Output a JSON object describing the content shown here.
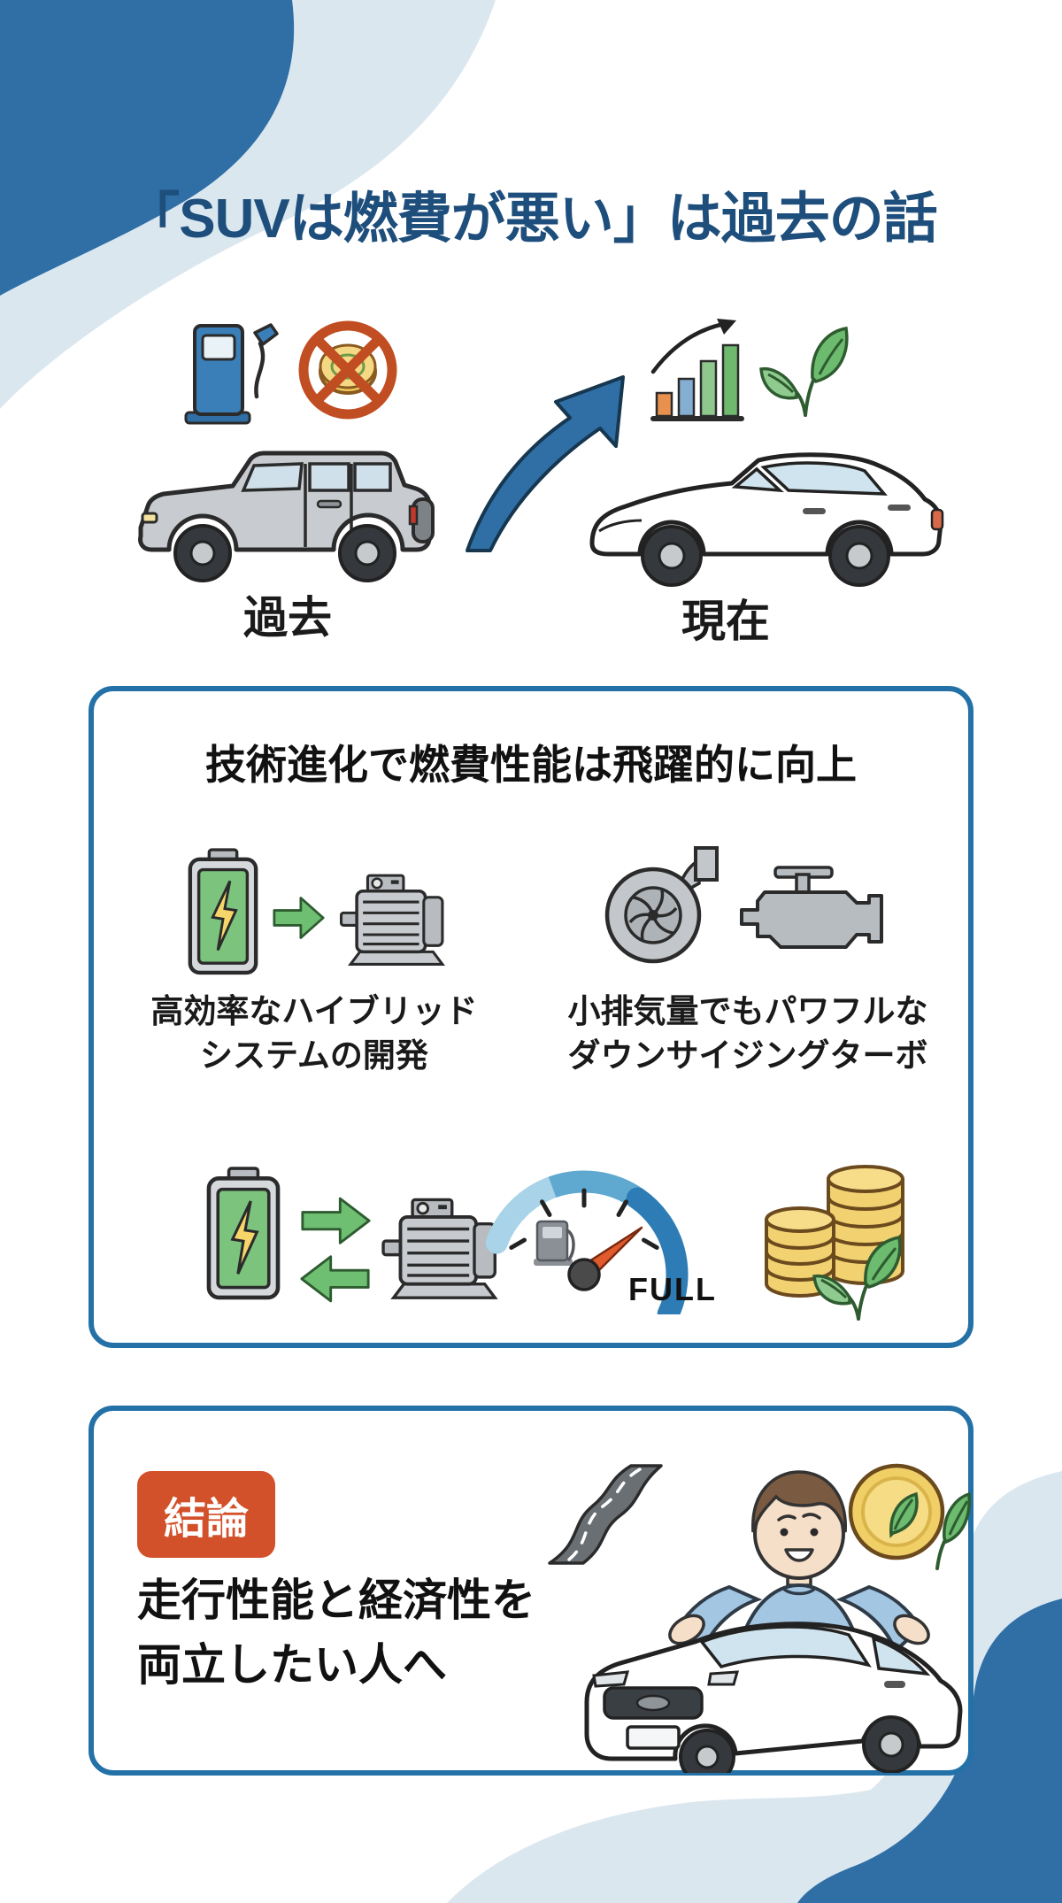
{
  "page": {
    "title": "「SUVは燃費が悪い」は過去の話"
  },
  "hero": {
    "past_label": "過去",
    "present_label": "現在",
    "icons": [
      "fuel-pump-icon",
      "no-money-icon",
      "old-suv-illustration",
      "trend-up-arrow-icon",
      "growth-bar-chart-icon",
      "eco-leaves-icon",
      "modern-suv-illustration"
    ]
  },
  "tech_card": {
    "title": "技術進化で燃費性能は飛躍的に向上",
    "hybrid_caption": "高効率なハイブリッド\nシステムの開発",
    "turbo_caption": "小排気量でもパワフルな\nダウンサイジングターボ",
    "gauge_label": "FULL",
    "icons": [
      "battery-icon",
      "arrow-right-icon",
      "electric-motor-icon",
      "turbocharger-icon",
      "engine-icon",
      "battery-icon",
      "exchange-arrows-icon",
      "electric-motor-icon",
      "fuel-gauge-icon",
      "coin-stacks-leaf-icon"
    ]
  },
  "conclusion_card": {
    "badge": "結論",
    "text": "走行性能と経済性を\n両立したい人へ",
    "icons": [
      "winding-road-icon",
      "happy-person-illustration",
      "eco-coin-leaf-icon",
      "white-suv-illustration"
    ]
  },
  "colors": {
    "accent_dark_blue": "#2f6fa5",
    "pale_blue": "#dbe7ef",
    "title_navy": "#1e4e7c",
    "card_border_blue": "#2471a8",
    "badge_orange": "#d2512a",
    "battery_green": "#7cc47e",
    "leaf_green": "#6cbb6e",
    "coin_gold": "#f2d171",
    "gauge_blue": "#2e7cb5",
    "needle_orange": "#e05a2b",
    "text_black": "#1a1a1a"
  }
}
